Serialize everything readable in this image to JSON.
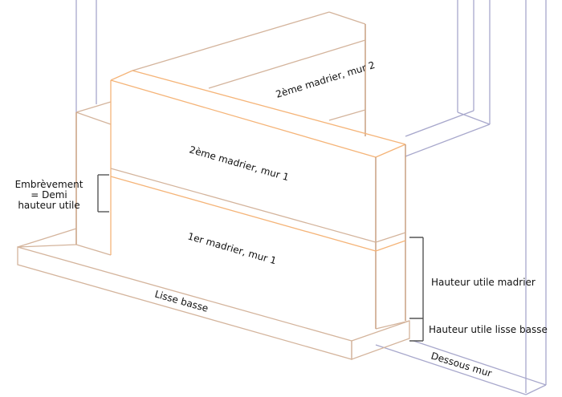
{
  "labels": {
    "madrier2_mur2": "2ème madrier, mur 2",
    "madrier2_mur1": "2ème madrier, mur 1",
    "madrier1_mur1": "1er madrier, mur 1",
    "embrevement_1": "Embrèvement",
    "embrevement_2": "= Demi",
    "embrevement_3": "hauteur utile",
    "hauteur_madrier": "Hauteur utile madrier",
    "hauteur_lisse": "Hauteur utile lisse basse",
    "lisse_basse": "Lisse basse",
    "dessous_mur": "Dessous mur"
  }
}
